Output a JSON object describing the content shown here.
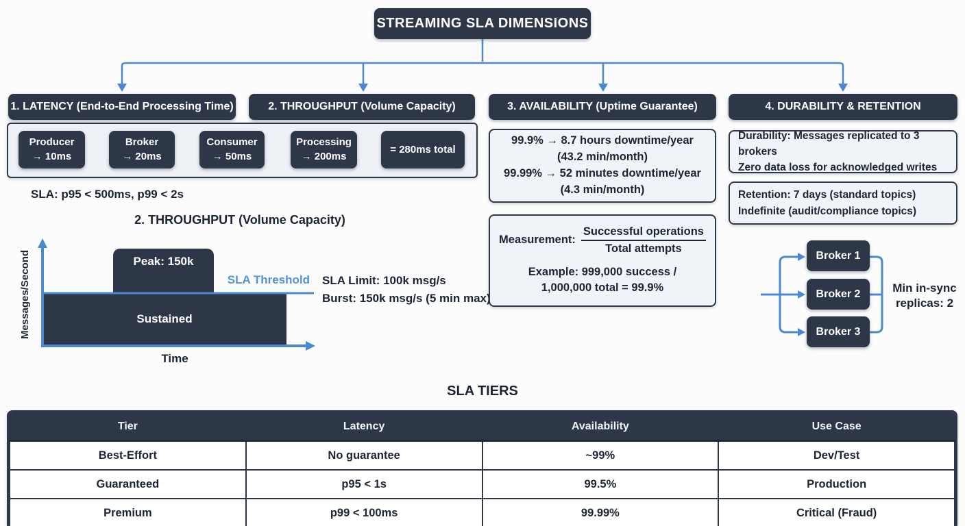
{
  "colors": {
    "dark_slate": "#2d3748",
    "connector_blue": "#4a89d0",
    "threshold_blue": "#4f93d8",
    "light_fill": "#f0f3f8"
  },
  "title": "STREAMING SLA DIMENSIONS",
  "sections": {
    "latency": {
      "header": "1. LATENCY (End-to-End Processing Time)",
      "pipeline": [
        {
          "name": "Producer",
          "time": "→ 10ms"
        },
        {
          "name": "Broker",
          "time": "→ 20ms"
        },
        {
          "name": "Consumer",
          "time": "→ 50ms"
        },
        {
          "name": "Processing",
          "time": "→ 200ms"
        }
      ],
      "total": "= 280ms total",
      "sla": "SLA: p95 < 500ms, p99 < 2s"
    },
    "throughput": {
      "header": "2. THROUGHPUT (Volume Capacity)",
      "subtitle": "2. THROUGHPUT (Volume Capacity)",
      "chart": {
        "type": "area",
        "ylabel": "Messages/Second",
        "xlabel": "Time",
        "sustained_label": "Sustained",
        "peak_label": "Peak: 150k",
        "threshold_label": "SLA Threshold",
        "sustained_value": "100k",
        "peak_value": "150k"
      },
      "limit_line1": "SLA Limit: 100k msg/s",
      "limit_line2": "Burst: 150k msg/s (5 min max)"
    },
    "availability": {
      "header": "3. AVAILABILITY (Uptime Guarantee)",
      "downtime_line1": "99.9% → 8.7 hours downtime/year",
      "downtime_line2": "(43.2 min/month)",
      "downtime_line3": "99.99% → 52 minutes downtime/year",
      "downtime_line4": "(4.3 min/month)",
      "measurement_label": "Measurement:",
      "fraction_numerator": "Successful operations",
      "fraction_denominator": "Total attempts",
      "example_line1": "Example: 999,000 success /",
      "example_line2": "1,000,000 total = 99.9%"
    },
    "durability": {
      "header": "4. DURABILITY & RETENTION",
      "durability_line1": "Durability: Messages replicated to 3 brokers",
      "durability_line2": "Zero data loss for acknowledged writes",
      "retention_line1": "Retention: 7 days (standard topics)",
      "retention_line2": "Indefinite (audit/compliance topics)",
      "brokers": [
        "Broker 1",
        "Broker 2",
        "Broker 3"
      ],
      "replicas_line1": "Min in-sync",
      "replicas_line2": "replicas: 2"
    }
  },
  "tiers_table": {
    "title": "SLA TIERS",
    "headers": [
      "Tier",
      "Latency",
      "Availability",
      "Use Case"
    ],
    "rows": [
      [
        "Best-Effort",
        "No guarantee",
        "~99%",
        "Dev/Test"
      ],
      [
        "Guaranteed",
        "p95 < 1s",
        "99.5%",
        "Production"
      ],
      [
        "Premium",
        "p99 < 100ms",
        "99.99%",
        "Critical (Fraud)"
      ]
    ]
  }
}
